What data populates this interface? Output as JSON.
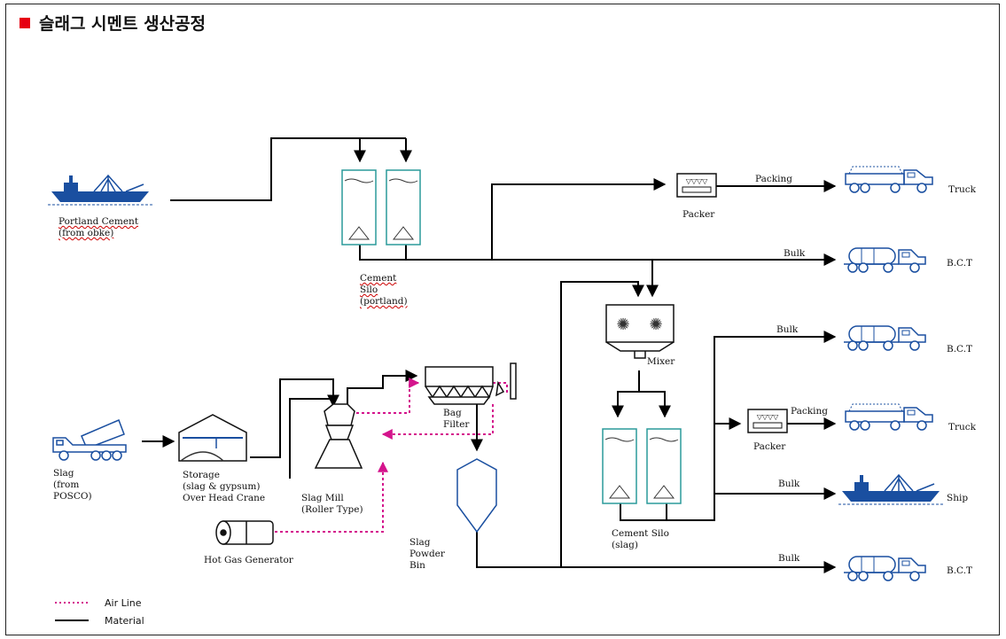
{
  "title": "슬래그 시멘트 생산공정",
  "labels": {
    "portland_cement": "Portland Cement\n(from obke)",
    "cement_silo_portland": "Cement\nSilo\n(portland)",
    "packer_top": "Packer",
    "packing_top": "Packing",
    "truck_top": "Truck",
    "bulk_top": "Bulk",
    "bct_top": "B.C.T",
    "mixer": "Mixer",
    "bulk_mid": "Bulk",
    "bct_mid": "B.C.T",
    "packer_mid": "Packer",
    "packing_mid": "Packing",
    "truck_mid": "Truck",
    "bulk_ship": "Bulk",
    "ship": "Ship",
    "cement_silo_slag": "Cement Silo\n(slag)",
    "bulk_bottom": "Bulk",
    "bct_bottom": "B.C.T",
    "slag": "Slag\n(from\nPOSCO)",
    "storage": "Storage\n(slag & gypsum)\nOver Head Crane",
    "slag_mill": "Slag Mill\n(Roller Type)",
    "bag_filter": "Bag\nFilter",
    "slag_powder_bin": "Slag\nPowder\nBin",
    "hot_gas_generator": "Hot Gas Generator"
  },
  "legend": {
    "air_line": "Air Line",
    "material": "Material"
  },
  "colors": {
    "accent_red": "#e60012",
    "air_line": "#d4148c",
    "material": "#000000",
    "equipment_blue": "#1a4fa0",
    "silo_teal": "#2a9a9a"
  }
}
